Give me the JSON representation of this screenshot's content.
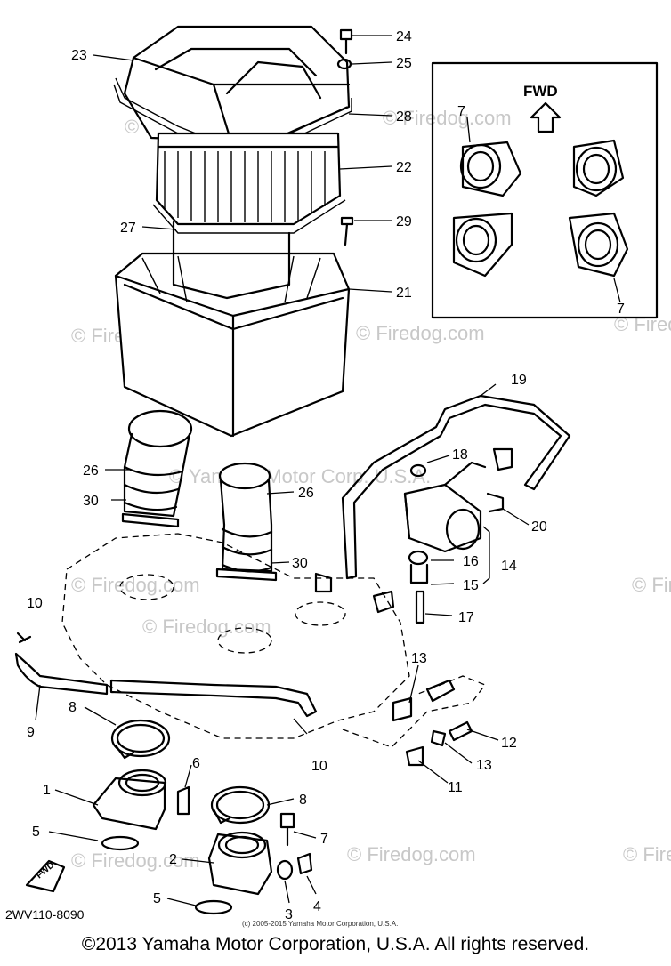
{
  "diagram": {
    "fwd_label": "FWD",
    "fwd_badge": "FWD",
    "diagram_code": "2WV110-8090",
    "small_copyright": "(c) 2005-2015 Yamaha Motor Corporation, U.S.A.",
    "watermark_text": "© Firedog.com",
    "watermark_yamaha": "© Yamaha Motor Corp. U.S.A.",
    "callouts": {
      "c23": "23",
      "c24": "24",
      "c25": "25",
      "c28": "28",
      "c22": "22",
      "c27": "27",
      "c29": "29",
      "c21": "21",
      "c7a": "7",
      "c7b": "7",
      "c19": "19",
      "c18": "18",
      "c26a": "26",
      "c30a": "30",
      "c26b": "26",
      "c30b": "30",
      "c20": "20",
      "c16": "16",
      "c14": "14",
      "c15": "15",
      "c17": "17",
      "c10a": "10",
      "c9": "9",
      "c8a": "8",
      "c13a": "13",
      "c12": "12",
      "c13b": "13",
      "c10b": "10",
      "c11": "11",
      "c6": "6",
      "c1": "1",
      "c8b": "8",
      "c5a": "5",
      "c7c": "7",
      "c2": "2",
      "c3": "3",
      "c4": "4",
      "c5b": "5"
    }
  },
  "footer": {
    "copyright": "©2013 Yamaha Motor Corporation, U.S.A. All rights reserved."
  }
}
